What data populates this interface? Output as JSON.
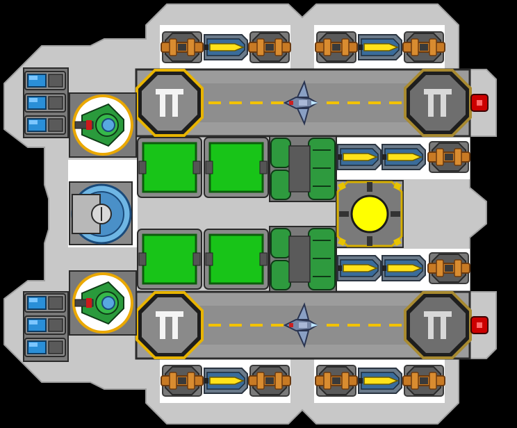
{
  "colors": {
    "background": "#000000",
    "hull": "#c8c8c8",
    "hull_edge": "#9a9a9a",
    "bay_panel": "#ffffff",
    "deck": "#9c9c9c",
    "deck_frame": "#2c2c2c",
    "runway_stripe": "#f2c200",
    "pad_gold": "#e8b400",
    "pad_dark": "#1e1e1e",
    "armor_green": "#18c418",
    "tank_green": "#2e9a3e",
    "reactor_yellow": "#ffff00",
    "cannon_orange": "#c87a24",
    "missile_yellow": "#ffe21a",
    "missile_blue": "#3a6c9a",
    "thruster_blue": "#2a8fd8",
    "turret_green": "#2a9a3c",
    "turret_ring": "#eaa800",
    "shield_blue": "#6fb6e4",
    "fighter_blue": "#7888a8",
    "beacon_red": "#cc0000"
  },
  "ship": {
    "bays": {
      "top": [
        "cannon",
        "missile",
        "cannon",
        "cannon",
        "missile",
        "cannon"
      ],
      "bottom": [
        "cannon",
        "missile",
        "cannon",
        "cannon",
        "missile",
        "cannon"
      ],
      "right_upper": [
        "missile",
        "missile",
        "cannon"
      ],
      "right_lower": [
        "missile",
        "missile",
        "cannon"
      ]
    },
    "hangars": [
      {
        "name": "upper-hangar",
        "fighter": "fighter-icon",
        "pad_icon": "landing-pad-icon"
      },
      {
        "name": "lower-hangar",
        "fighter": "fighter-icon",
        "pad_icon": "landing-pad-icon"
      }
    ],
    "armor_plates": 4,
    "fuel_tanks": 2,
    "thrusters_per_pod": 3,
    "turrets": 2,
    "shield_generators": 1,
    "reactors": 1,
    "beacons": 2
  }
}
